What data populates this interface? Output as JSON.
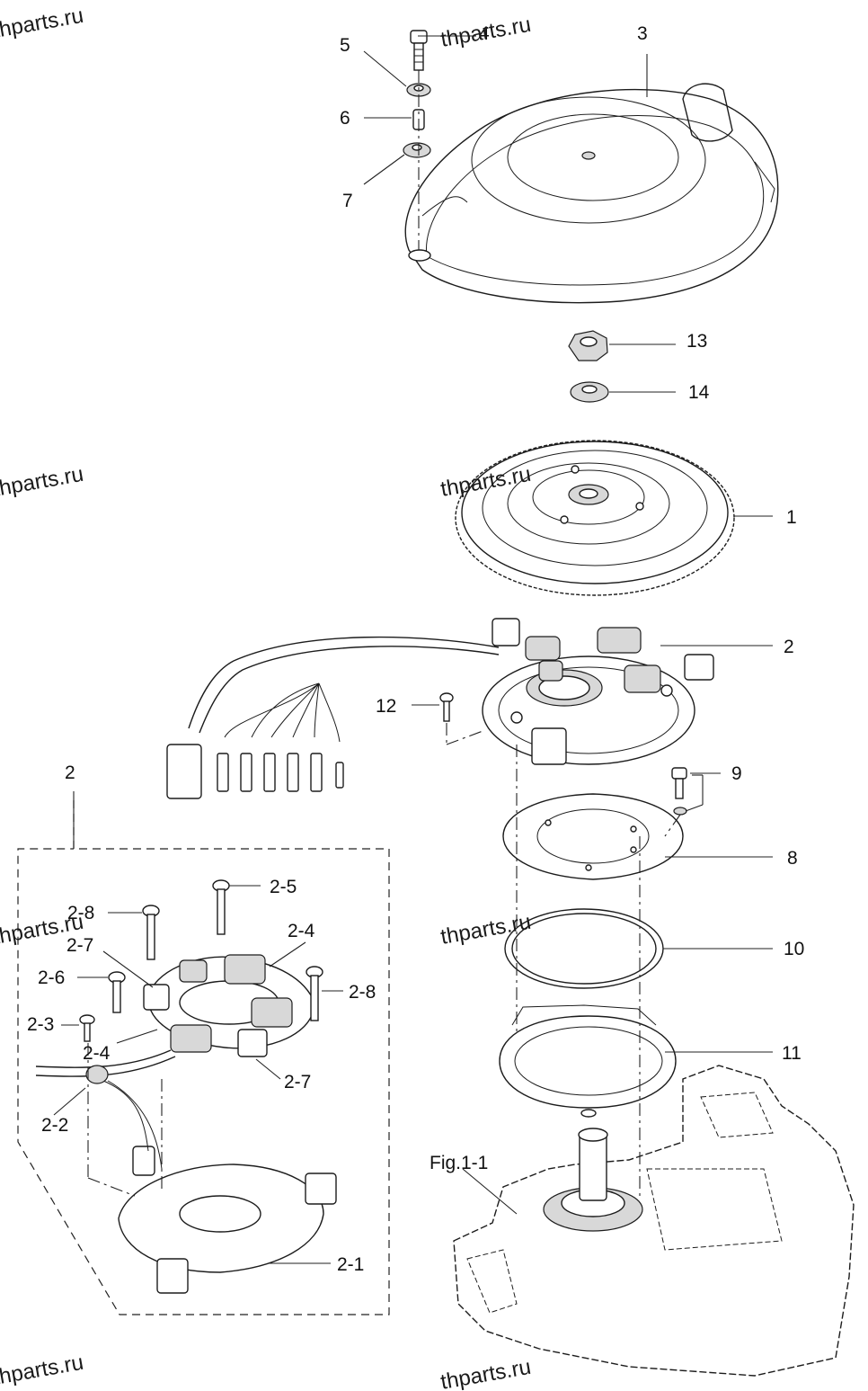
{
  "callouts": {
    "c1": "1",
    "c2": "2",
    "c2box": "2",
    "c3": "3",
    "c4": "4",
    "c5": "5",
    "c6": "6",
    "c7": "7",
    "c8": "8",
    "c9": "9",
    "c10": "10",
    "c11": "11",
    "c12": "12",
    "c13": "13",
    "c14": "14",
    "c2_1": "2-1",
    "c2_2": "2-2",
    "c2_3": "2-3",
    "c2_4a": "2-4",
    "c2_4b": "2-4",
    "c2_5": "2-5",
    "c2_6": "2-6",
    "c2_7a": "2-7",
    "c2_7b": "2-7",
    "c2_8a": "2-8",
    "c2_8b": "2-8",
    "fig": "Fig.1-1"
  },
  "watermark": "thparts.ru"
}
